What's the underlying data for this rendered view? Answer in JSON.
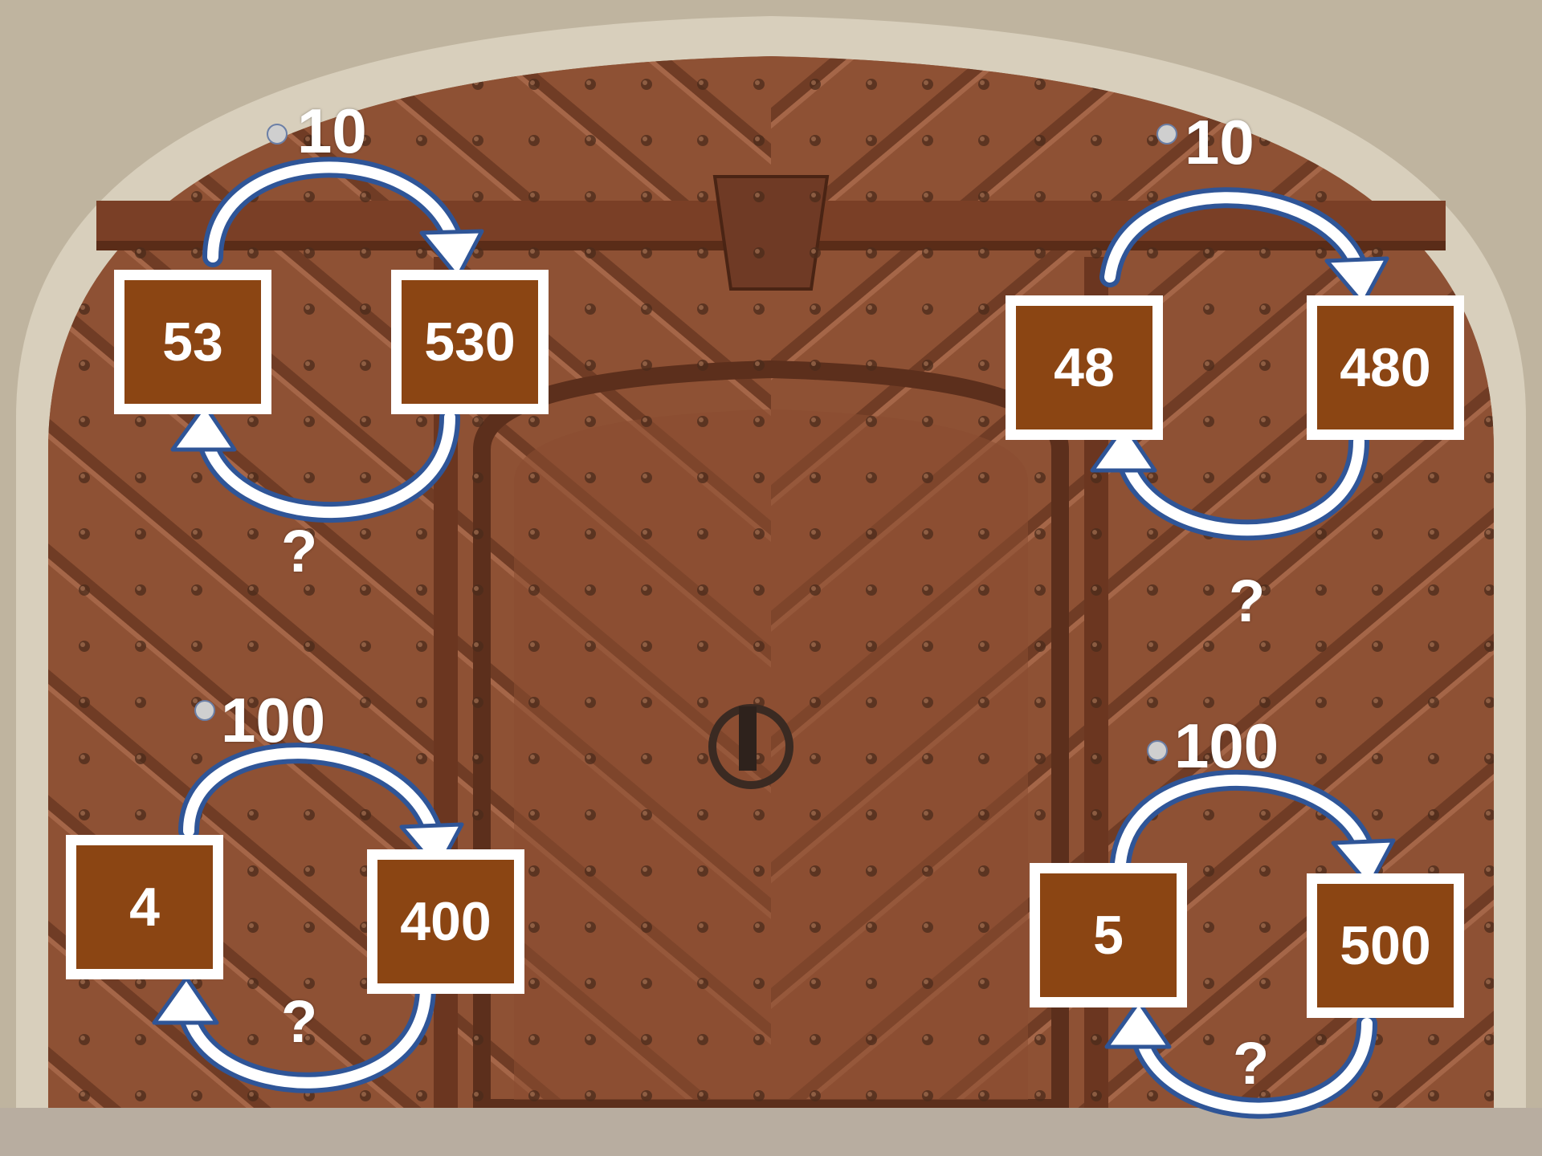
{
  "colors": {
    "box_fill": "#8b4513",
    "box_border": "#ffffff",
    "arrow_fill": "#ffffff",
    "arrow_stroke": "#2f5597",
    "door": "#8a4f33",
    "stone": "#c9c0ad"
  },
  "puzzles": [
    {
      "from": "53",
      "to": "530",
      "multiplier": "10",
      "unknown": "?"
    },
    {
      "from": "48",
      "to": "480",
      "multiplier": "10",
      "unknown": "?"
    },
    {
      "from": "4",
      "to": "400",
      "multiplier": "100",
      "unknown": "?"
    },
    {
      "from": "5",
      "to": "500",
      "multiplier": "100",
      "unknown": "?"
    }
  ]
}
